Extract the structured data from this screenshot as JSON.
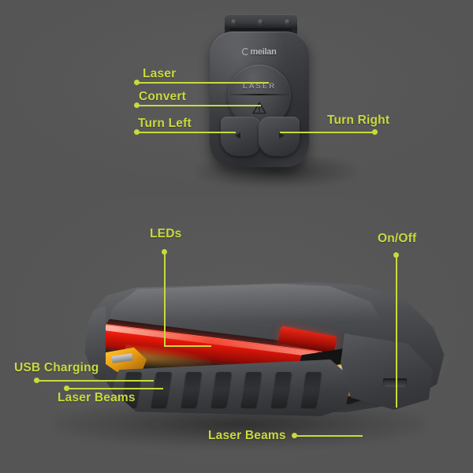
{
  "diagram": {
    "background_color": "#555555",
    "accent_color": "#c9da3c",
    "panels": [
      {
        "id": "remote-panel",
        "subject": "wireless remote control"
      },
      {
        "id": "taillight-panel",
        "subject": "bicycle laser tail light"
      }
    ]
  },
  "remote": {
    "brand_logo": "meilan",
    "laser_button_text": "LASER",
    "buttons": [
      {
        "name": "laser",
        "label": "LASER"
      },
      {
        "name": "convert",
        "icon": "warning-triangle-icon"
      },
      {
        "name": "turn-left",
        "icon": "arrow-left-icon"
      },
      {
        "name": "turn-right",
        "icon": "arrow-right-icon"
      }
    ],
    "labels": [
      {
        "id": "laser",
        "text": "Laser",
        "side": "left"
      },
      {
        "id": "convert",
        "text": "Convert",
        "side": "left"
      },
      {
        "id": "turn-left",
        "text": "Turn Left",
        "side": "left"
      },
      {
        "id": "turn-right",
        "text": "Turn Right",
        "side": "right"
      }
    ]
  },
  "taillight": {
    "component_colors": {
      "led_red": "#e01608",
      "laser_amber": "#f0a515",
      "housing_gray": "#4a4c4f"
    },
    "labels": [
      {
        "id": "leds",
        "text": "LEDs",
        "side": "top"
      },
      {
        "id": "on-off",
        "text": "On/Off",
        "side": "top"
      },
      {
        "id": "usb-charging",
        "text": "USB Charging",
        "side": "left"
      },
      {
        "id": "laser-beams-1",
        "text": "Laser Beams",
        "side": "left"
      },
      {
        "id": "laser-beams-2",
        "text": "Laser Beams",
        "side": "bottom"
      }
    ]
  }
}
